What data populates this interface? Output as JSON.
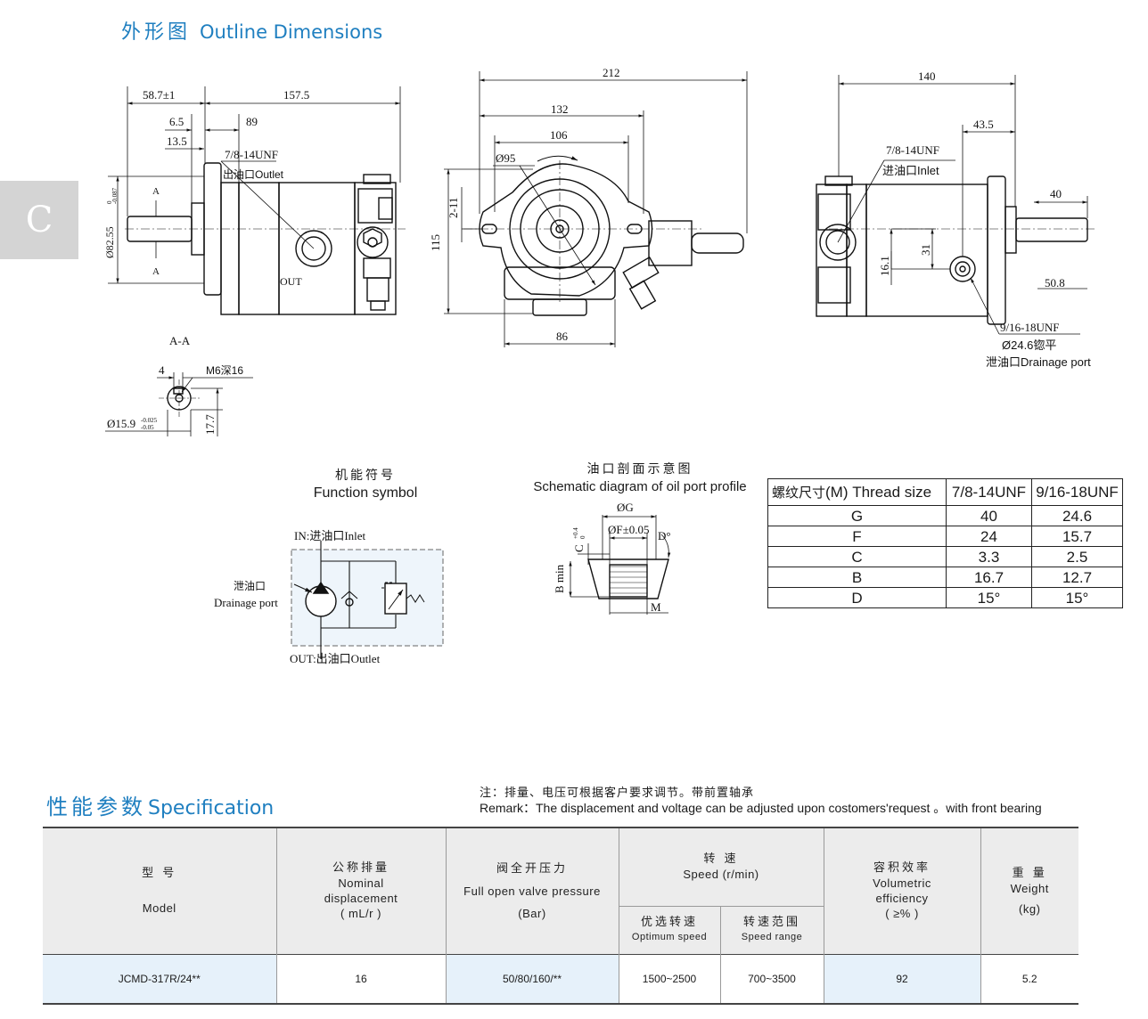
{
  "outline": {
    "title_cn": "外形图",
    "title_en": "Outline Dimensions"
  },
  "side_tab": "C",
  "drawing_side": {
    "d58": "58.7±1",
    "d157": "157.5",
    "d6": "6.5",
    "d89": "89",
    "d13": "13.5",
    "port": "7/8-14UNF",
    "port_note": "出油口Outlet",
    "out": "OUT",
    "a_top": "A",
    "a_bot": "A",
    "dia": "Ø82.55",
    "dia_tol_up": "0",
    "dia_tol_low": "-0.087"
  },
  "drawing_front": {
    "d212": "212",
    "d132": "132",
    "d106": "106",
    "dia95": "Ø95",
    "d2_11": "2-11",
    "d115": "115",
    "d86": "86"
  },
  "drawing_rear": {
    "d140": "140",
    "d43": "43.5",
    "port": "7/8-14UNF",
    "port_note": "进油口Inlet",
    "d40": "40",
    "d31": "31",
    "d16": "16.1",
    "d50": "50.8",
    "drain": "9/16-18UNF",
    "drain_spot": "Ø24.6锪平",
    "drain_note": "泄油口Drainage port"
  },
  "section_aa": {
    "title": "A-A",
    "d4": "4",
    "m6": "M6深16",
    "dia": "Ø15.9",
    "dia_tol_up": "-0.025",
    "dia_tol_low": "-0.05",
    "d17": "17.7"
  },
  "function_symbol": {
    "title_cn": "机能符号",
    "title_en": "Function symbol",
    "inlet": "IN:进油口Inlet",
    "outlet": "OUT:出油口Outlet",
    "drain_cn": "泄油口",
    "drain_en": "Drainage port"
  },
  "oil_port": {
    "title_cn": "油口剖面示意图",
    "title_en": "Schematic diagram of oil port profile",
    "g": "ØG",
    "f": "ØF±0.05",
    "c": "C",
    "c_tol_up": "+0.4",
    "c_tol_low": "0",
    "d": "D°",
    "b": "B min",
    "m": "M"
  },
  "thread_table": {
    "header_cn": "螺纹尺寸",
    "header_en": "(M) Thread size",
    "cols": [
      "7/8-14UNF",
      "9/16-18UNF"
    ],
    "rows": [
      {
        "label": "G",
        "v1": "40",
        "v2": "24.6"
      },
      {
        "label": "F",
        "v1": "24",
        "v2": "15.7"
      },
      {
        "label": "C",
        "v1": "3.3",
        "v2": "2.5"
      },
      {
        "label": "B",
        "v1": "16.7",
        "v2": "12.7"
      },
      {
        "label": "D",
        "v1": "15°",
        "v2": "15°"
      }
    ]
  },
  "spec": {
    "title_cn": "性能参数",
    "title_en": "Specification",
    "remark_cn": "注：排量、电压可根据客户要求调节。带前置轴承",
    "remark_en": "Remark：The displacement and voltage can be adjusted upon costomers'request 。with front bearing",
    "headers": {
      "model_cn": "型 号",
      "model_en": "Model",
      "disp_cn": "公称排量",
      "disp_en1": "Nominal",
      "disp_en2": "displacement",
      "disp_unit": "( mL/r )",
      "valve_cn": "阀全开压力",
      "valve_en": "Full open valve pressure",
      "valve_unit": "(Bar)",
      "speed_cn": "转 速",
      "speed_en": "Speed (r/min)",
      "opt_cn": "优选转速",
      "opt_en": "Optimum speed",
      "range_cn": "转速范围",
      "range_en": "Speed range",
      "eff_cn": "容积效率",
      "eff_en1": "Volumetric",
      "eff_en2": "efficiency",
      "eff_unit": "( ≥% )",
      "weight_cn": "重 量",
      "weight_en": "Weight",
      "weight_unit": "(kg)"
    },
    "row": {
      "model": "JCMD-317R/24**",
      "displacement": "16",
      "valve": "50/80/160/**",
      "optimum": "1500~2500",
      "range": "700~3500",
      "efficiency": "92",
      "weight": "5.2"
    }
  }
}
